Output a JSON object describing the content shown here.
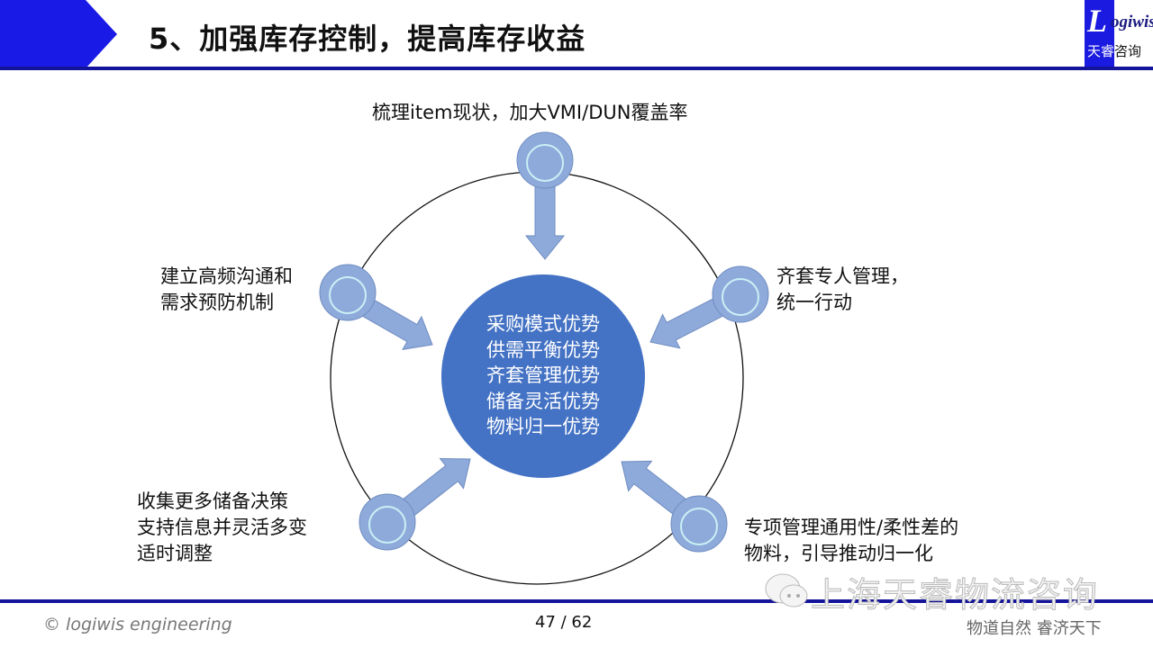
{
  "header": {
    "title": "5、加强库存控制，提高库存收益",
    "logo": {
      "initial": "L",
      "rest": "ogiwis",
      "cn_a": "天睿",
      "cn_b": "咨询"
    }
  },
  "diagram": {
    "center_lines": [
      "采购模式优势",
      "供需平衡优势",
      "齐套管理优势",
      "储备灵活优势",
      "物料归一优势"
    ],
    "nodes": [
      {
        "id": "top",
        "lines": [
          "梳理item现状，加大VMI/DUN覆盖率"
        ]
      },
      {
        "id": "left",
        "lines": [
          "建立高频沟通和",
          "需求预防机制"
        ]
      },
      {
        "id": "right",
        "lines": [
          "齐套专人管理，",
          "统一行动"
        ]
      },
      {
        "id": "bottom-left",
        "lines": [
          "收集更多储备决策",
          "支持信息并灵活多变",
          "适时调整"
        ]
      },
      {
        "id": "bottom-right",
        "lines": [
          "专项管理通用性/柔性差的",
          "物料，引导推动归一化"
        ]
      }
    ],
    "colors": {
      "center": "#4472c4",
      "node": "#8eaadb",
      "node_ring": "#c9f0f4",
      "arrow": "#8eaadb"
    }
  },
  "footer": {
    "copyright": "© logiwis engineering",
    "page": "47  / 62",
    "slogan": "物道自然  睿济天下",
    "watermark": "上海天睿物流咨询"
  }
}
